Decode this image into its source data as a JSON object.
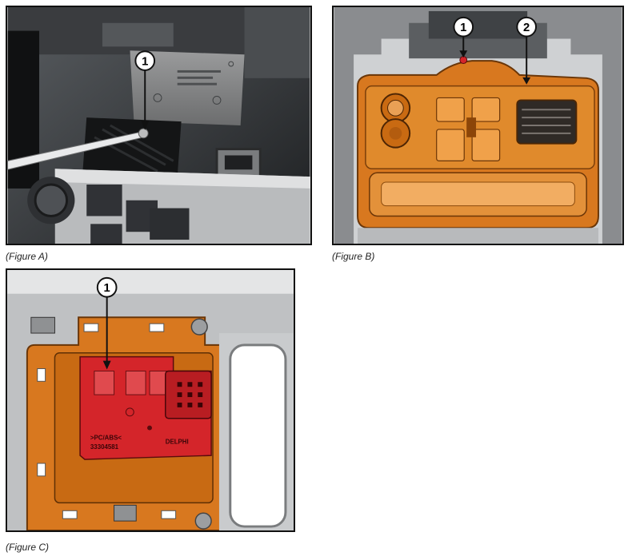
{
  "figures": [
    {
      "caption": "(Figure A)",
      "callouts": [
        "1"
      ]
    },
    {
      "caption": "(Figure B)",
      "callouts": [
        "1",
        "2"
      ]
    },
    {
      "caption": "(Figure C)",
      "callouts": [
        "1"
      ],
      "module_label": {
        "line1": ">PC/ABS<",
        "line2": "33304581",
        "brand": "DELPHI"
      }
    }
  ],
  "colors": {
    "highlight_orange": "#d8781f",
    "highlight_red": "#d4252a",
    "photo_dark": "#2b2e31",
    "panel_grey": "#c9cbcd"
  },
  "icons": [
    "screwdriver",
    "callout-arrow"
  ]
}
